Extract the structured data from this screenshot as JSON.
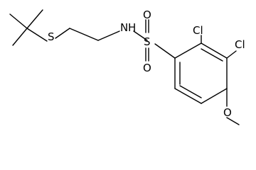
{
  "molecule": {
    "atoms": {
      "sulfur_thioether": "S",
      "nitrogen": "N",
      "hydrogen": "H",
      "sulfur_sulfonyl": "S",
      "oxygen_top": "O",
      "oxygen_bottom": "O",
      "chlorine_2": "Cl",
      "chlorine_3": "Cl",
      "oxygen_methoxy": "O"
    }
  }
}
